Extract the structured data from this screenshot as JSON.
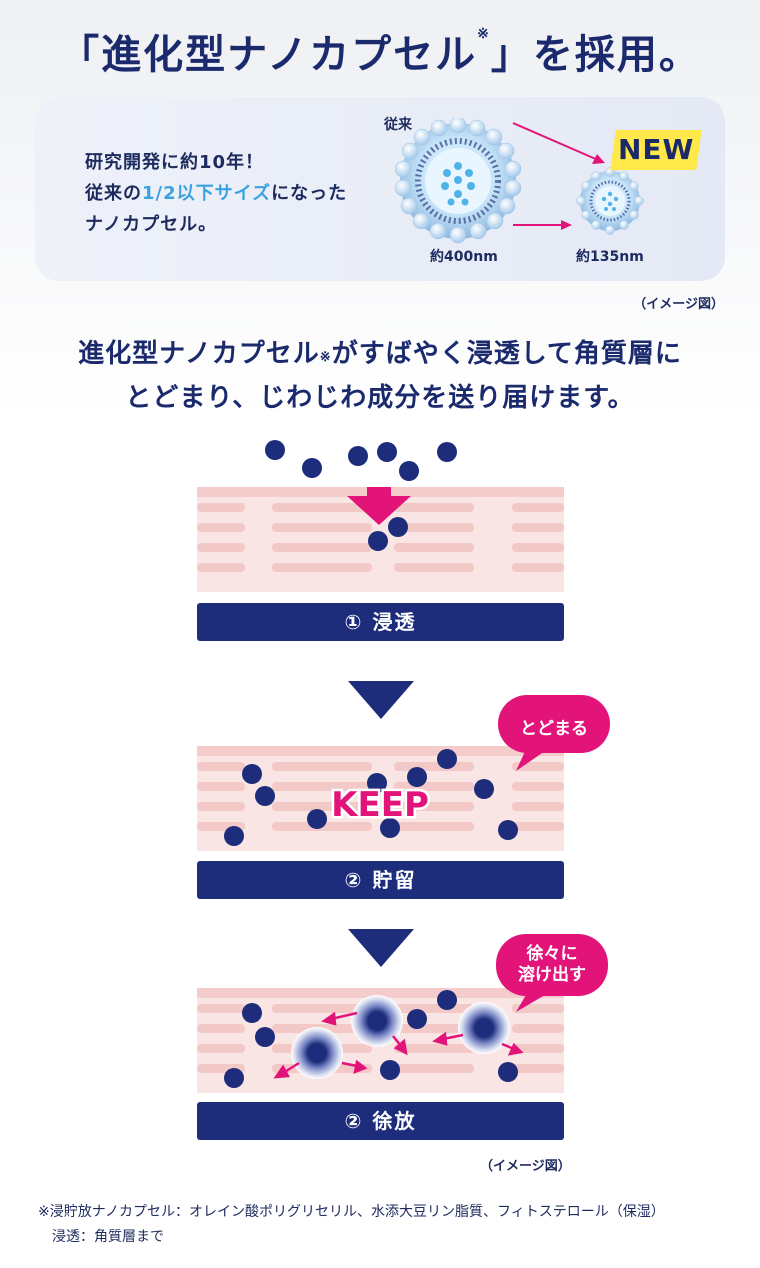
{
  "headline": {
    "open_bracket": "「",
    "main": "進化型ナノカプセル",
    "mark": "※",
    "close_bracket": "」",
    "suffix": "を採用。"
  },
  "info_card": {
    "line1": "研究開発に約10年！",
    "line2_prefix": "従来の",
    "line2_highlight": "1/2以下サイズ",
    "line2_suffix": "になった",
    "line3": "ナノカプセル。",
    "conventional_label": "従来",
    "new_badge": "NEW",
    "size_old": "約400nm",
    "size_new": "約135nm",
    "highlight_color": "#3aa2e0"
  },
  "image_note": "（イメージ図）",
  "subhead": {
    "line1_main": "進化型ナノカプセル",
    "line1_mark": "※",
    "line1_rest": "がすばやく浸透して角質層に",
    "line2": "とどまり、じわじわ成分を送り届けます。"
  },
  "steps": [
    {
      "label": "① 浸透"
    },
    {
      "label": "② 貯留",
      "keep_text": "KEEP",
      "bubble": "とどまる"
    },
    {
      "label": "② 徐放",
      "bubble_line1": "徐々に",
      "bubble_line2": "溶け出す"
    }
  ],
  "footnote": {
    "line1": "※浸貯放ナノカプセル：オレイン酸ポリグリセリル、水添大豆リン脂質、フィトステロール（保湿）",
    "line2": "浸透：角質層まで"
  },
  "colors": {
    "navy": "#1d2d7c",
    "magenta": "#e2147a",
    "skin_pink": "#f5c8c8",
    "badge_yellow": "#ffe94a"
  }
}
